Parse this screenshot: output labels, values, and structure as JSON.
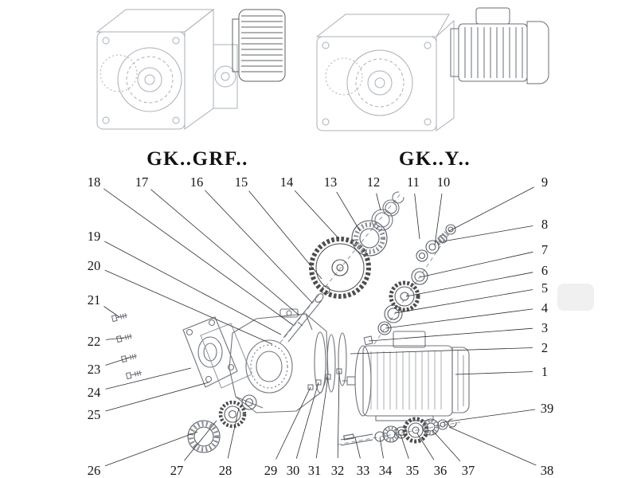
{
  "diagram": {
    "title_left": "GK..GRF..",
    "title_right": "GK..Y..",
    "callouts": [
      "18",
      "17",
      "16",
      "15",
      "14",
      "13",
      "12",
      "11",
      "10",
      "9",
      "8",
      "7",
      "6",
      "5",
      "4",
      "3",
      "2",
      "1",
      "39",
      "38",
      "19",
      "20",
      "21",
      "22",
      "23",
      "24",
      "25",
      "26",
      "27",
      "28",
      "29",
      "30",
      "31",
      "32",
      "33",
      "34",
      "35",
      "36",
      "37"
    ]
  }
}
